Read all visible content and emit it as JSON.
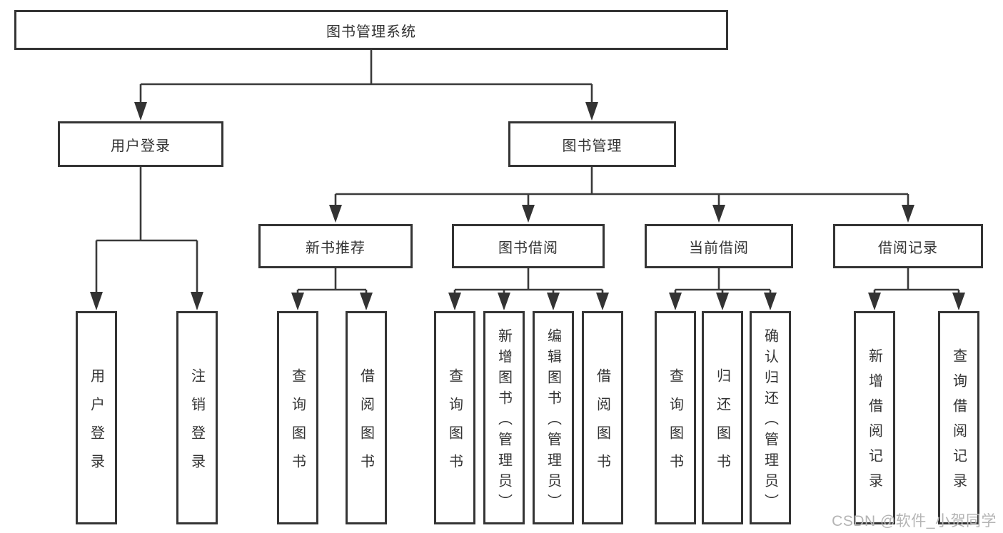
{
  "tree": {
    "title": "图书管理系统",
    "children": [
      {
        "label": "用户登录",
        "children": [
          {
            "label": "用户登录"
          },
          {
            "label": "注销登录"
          }
        ]
      },
      {
        "label": "图书管理",
        "children": [
          {
            "label": "新书推荐",
            "children": [
              {
                "label": "查询图书"
              },
              {
                "label": "借阅图书"
              }
            ]
          },
          {
            "label": "图书借阅",
            "children": [
              {
                "label": "查询图书"
              },
              {
                "label": "新增图书（管理员）"
              },
              {
                "label": "编辑图书（管理员）"
              },
              {
                "label": "借阅图书"
              }
            ]
          },
          {
            "label": "当前借阅",
            "children": [
              {
                "label": "查询图书"
              },
              {
                "label": "归还图书"
              },
              {
                "label": "确认归还（管理员）"
              }
            ]
          },
          {
            "label": "借阅记录",
            "children": [
              {
                "label": "新增借阅记录"
              },
              {
                "label": "查询借阅记录"
              }
            ]
          }
        ]
      }
    ]
  },
  "watermark": "CSDN @软件_小贺同学",
  "colors": {
    "line": "#3a3a3a",
    "border": "#343434",
    "text": "#333333",
    "watermark": "#b4b4b4",
    "background": "#ffffff"
  }
}
